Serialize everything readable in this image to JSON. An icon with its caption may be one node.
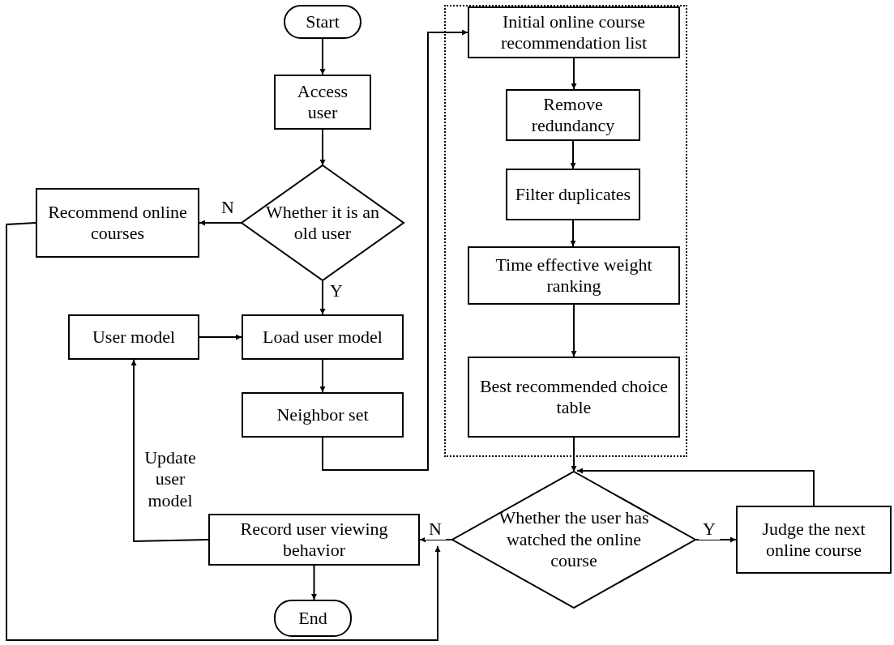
{
  "diagram": {
    "nodes": [
      {
        "text": [
          "Start"
        ]
      },
      {
        "text": [
          "Access user"
        ]
      },
      {
        "text": [
          "Whether it is an old user"
        ]
      },
      {
        "text": [
          "Recommend online courses"
        ]
      },
      {
        "text": [
          "User model"
        ]
      },
      {
        "text": [
          "Load user model"
        ]
      },
      {
        "text": [
          "Neighbor set"
        ]
      },
      {
        "text": [],
        "shape": "box"
      },
      {
        "text": [
          "Initial online course recommendation list"
        ],
        "in": 7
      },
      {
        "text": [
          "Remove redundancy"
        ],
        "in": 7
      },
      {
        "text": [
          "Filter duplicates"
        ],
        "in": 7
      },
      {
        "text": [
          "Time effective weight ranking"
        ],
        "in": 7
      },
      {
        "text": [
          "Best recommended choice table"
        ],
        "in": 7
      },
      {
        "text": [
          "Whether the user has watched the online course"
        ]
      },
      {
        "text": [
          "Judge the next online course"
        ]
      },
      {
        "text": [
          "Record user viewing behavior"
        ]
      },
      {
        "text": [
          "End"
        ]
      }
    ],
    "edges": [
      {
        "from": 0,
        "to": 1,
        "arrow": "to"
      },
      {
        "from": 1,
        "to": 2,
        "arrow": "to"
      },
      {
        "from": 2,
        "to": 3,
        "arrow": "to",
        "label": "N"
      },
      {
        "from": 2,
        "to": 5,
        "arrow": "to",
        "label": "Y"
      },
      {
        "from": 4,
        "to": 5,
        "arrow": "to"
      },
      {
        "from": 5,
        "to": 6,
        "arrow": "to"
      },
      {
        "from": 6,
        "to": 8,
        "arrow": "to"
      },
      {
        "from": 8,
        "to": 9,
        "arrow": "to"
      },
      {
        "from": 9,
        "to": 10,
        "arrow": "to"
      },
      {
        "from": 10,
        "to": 11,
        "arrow": "to"
      },
      {
        "from": 11,
        "to": 12,
        "arrow": "to"
      },
      {
        "from": 12,
        "to": 13,
        "arrow": "to"
      },
      {
        "from": 13,
        "to": 14,
        "arrow": "to",
        "label": "Y"
      },
      {
        "from": 14,
        "to": 13,
        "arrow": "to"
      },
      {
        "from": 13,
        "to": 15,
        "arrow": "to",
        "label": "N"
      },
      {
        "from": 15,
        "to": 4,
        "arrow": "to",
        "label": "Update user model"
      },
      {
        "from": 15,
        "to": 16,
        "arrow": "to"
      },
      {
        "from": 3,
        "to": 15,
        "arrow": "to"
      }
    ]
  }
}
